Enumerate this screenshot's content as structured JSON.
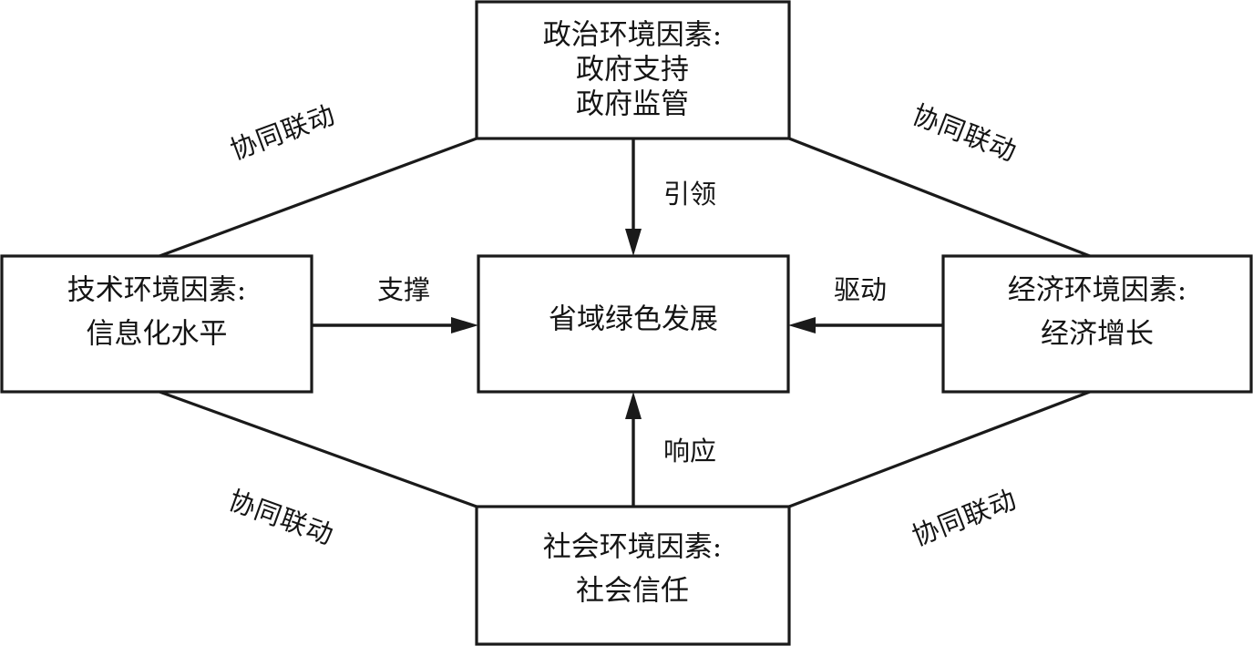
{
  "diagram": {
    "type": "influence-diagram",
    "background_color": "#ffffff",
    "line_color": "#1a1a1a",
    "text_color": "#141414",
    "nodes": {
      "political": {
        "id": "political",
        "lines": [
          "政治环境因素:",
          "政府支持",
          "政府监管"
        ],
        "line1": "政治环境因素:",
        "line2": "政府支持",
        "line3": "政府监管",
        "position": "top"
      },
      "technology": {
        "id": "technology",
        "lines": [
          "技术环境因素:",
          "信息化水平"
        ],
        "line1": "技术环境因素:",
        "line2": "信息化水平",
        "position": "left"
      },
      "core": {
        "id": "core",
        "lines": [
          "省域绿色发展"
        ],
        "line1": "省域绿色发展",
        "position": "center"
      },
      "economic": {
        "id": "economic",
        "lines": [
          "经济环境因素:",
          "经济增长"
        ],
        "line1": "经济环境因素:",
        "line2": "经济增长",
        "position": "right"
      },
      "social": {
        "id": "social",
        "lines": [
          "社会环境因素:",
          "社会信任"
        ],
        "line1": "社会环境因素:",
        "line2": "社会信任",
        "position": "bottom"
      }
    },
    "arrow_labels": {
      "political_to_core": "引领",
      "technology_to_core": "支撑",
      "economic_to_core": "驱动",
      "social_to_core": "响应"
    },
    "diagonal_labels": {
      "technology_political": "协同联动",
      "political_economic": "协同联动",
      "technology_social": "协同联动",
      "economic_social": "协同联动"
    }
  }
}
